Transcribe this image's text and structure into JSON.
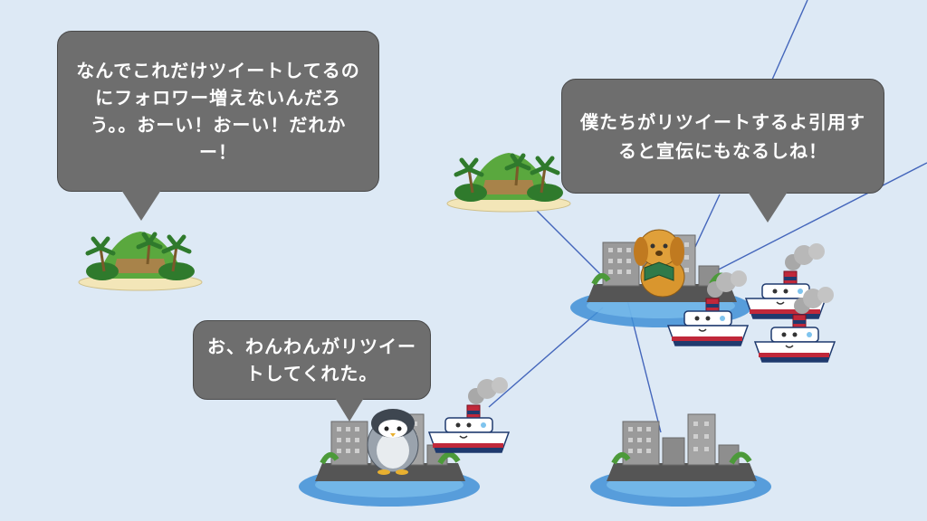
{
  "bubbles": {
    "top_left": "なんでこれだけツイートしてるのにフォロワー増えないんだろう。。おーい！おーい！だれかー！",
    "top_right": "僕たちがリツイートするよ引用すると宣伝にもなるしね！",
    "bottom_left": "お、わんわんがリツイートしてくれた。"
  },
  "colors": {
    "background": "#dde9f5",
    "bubble": "#6e6e6e",
    "water": "#3f8fd6",
    "link_line": "#4466bb",
    "ship_hull": "#1f3a6e",
    "ship_stripe": "#c0283a",
    "building": "#8c8c8c",
    "island_green": "#4c9a3a",
    "dog": "#d9962e",
    "penguin": "#9aa3ad"
  },
  "icons": [
    "tropical-island-icon",
    "city-island-icon",
    "ship-icon",
    "dog-icon",
    "penguin-icon"
  ]
}
